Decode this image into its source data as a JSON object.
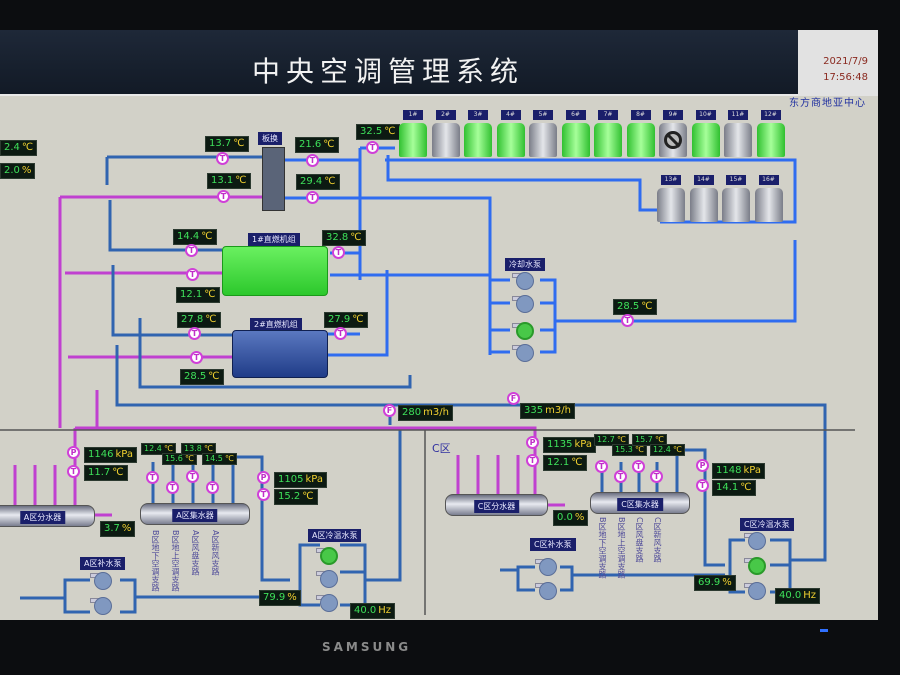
{
  "header": {
    "title": "中央空调管理系统",
    "date": "2021/7/9",
    "time": "17:56:48",
    "organization": "东方商地亚中心"
  },
  "sensor_symbols": {
    "temp": "T",
    "pressure": "P",
    "flow": "F"
  },
  "units": {
    "c": "℃",
    "pct": "%",
    "kpa": "kPa",
    "flow": "m3/h",
    "hz": "Hz"
  },
  "outdoor": {
    "temp": "2.4",
    "humidity": "2.0"
  },
  "plate_exchanger": {
    "label": "板换",
    "in_left_top": "13.7",
    "in_left_bottom": "13.1",
    "right_top": "21.6",
    "right_bottom": "29.4"
  },
  "cooling_tower_supply_temp": "32.5",
  "chillers": [
    {
      "label": "1#直燃机组",
      "status": "running",
      "left_top": "14.4",
      "left_bottom": "12.1",
      "right": "32.8"
    },
    {
      "label": "2#直燃机组",
      "status": "stopped",
      "left_top": "27.8",
      "left_bottom": "28.5",
      "right": "27.9"
    }
  ],
  "cooling_pumps": {
    "label": "冷却水泵",
    "status": [
      "off",
      "off",
      "on",
      "off"
    ],
    "outlet_temp": "28.5"
  },
  "cooling_towers": [
    {
      "label": "1#",
      "status": "on"
    },
    {
      "label": "2#",
      "status": "off"
    },
    {
      "label": "3#",
      "status": "on"
    },
    {
      "label": "4#",
      "status": "on"
    },
    {
      "label": "5#",
      "status": "off"
    },
    {
      "label": "6#",
      "status": "on"
    },
    {
      "label": "7#",
      "status": "on"
    },
    {
      "label": "8#",
      "status": "on"
    },
    {
      "label": "9#",
      "status": "disabled"
    },
    {
      "label": "10#",
      "status": "on"
    },
    {
      "label": "11#",
      "status": "off"
    },
    {
      "label": "12#",
      "status": "on"
    },
    {
      "label": "13#",
      "status": "off"
    },
    {
      "label": "14#",
      "status": "off"
    },
    {
      "label": "15#",
      "status": "off"
    },
    {
      "label": "16#",
      "status": "off"
    }
  ],
  "flows": {
    "zone_a": "280",
    "zone_c": "335"
  },
  "zone_a": {
    "supply_pressure": "1146",
    "supply_temp": "11.7",
    "branch_temps": [
      "12.4",
      "15.6",
      "13.8",
      "14.5"
    ],
    "return_pressure": "1105",
    "return_temp": "15.2",
    "bypass_valve": "3.7",
    "pump_valve": "79.9",
    "pump_freq": "40.0",
    "distributor_label": "A区分水器",
    "collector_label": "A区集水器",
    "makeup_pump_label": "A区补水泵",
    "circ_pump_label": "A区冷温水泵",
    "circ_pumps": [
      "on",
      "off",
      "off"
    ],
    "branches": [
      "B区地下空调支路",
      "B区地上空调支路",
      "A区风盘支路",
      "A区新风支路"
    ]
  },
  "zone_c": {
    "zone_label": "C区",
    "supply_pressure": "1135",
    "supply_temp": "12.1",
    "branch_temps": [
      "12.7",
      "15.3",
      "15.7",
      "12.4"
    ],
    "return_pressure": "1148",
    "return_temp": "14.1",
    "bypass_valve": "0.0",
    "pump_valve": "69.9",
    "pump_freq": "40.0",
    "distributor_label": "C区分水器",
    "collector_label": "C区集水器",
    "makeup_pump_label": "C区补水泵",
    "circ_pump_label": "C区冷温水泵",
    "circ_pumps": [
      "off",
      "on",
      "off"
    ],
    "branches": [
      "B区地下空调支路",
      "B区地上空调支路",
      "C区风盘支路",
      "C区新风支路"
    ]
  },
  "monitor_brand": "SAMSUNG"
}
